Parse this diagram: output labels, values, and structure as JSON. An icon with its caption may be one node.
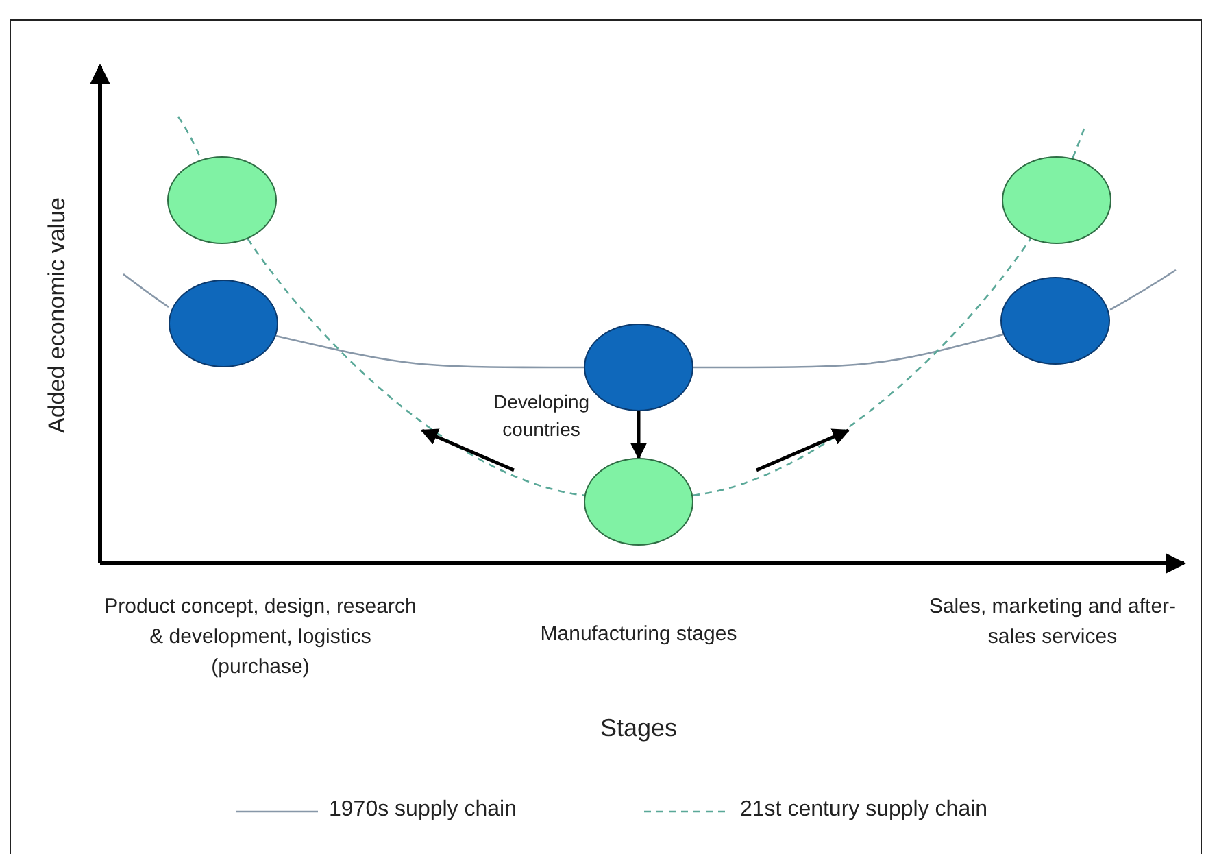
{
  "diagram": {
    "nodes": [
      {
        "text": [],
        "shape": "circle"
      },
      {
        "text": [],
        "shape": "circle"
      },
      {
        "text": [],
        "shape": "circle"
      },
      {
        "text": [],
        "shape": "circle"
      },
      {
        "text": [],
        "shape": "circle"
      },
      {
        "text": [],
        "shape": "circle"
      }
    ],
    "edges": [
      {
        "from": 2,
        "to": 4,
        "arrow": "none",
        "color": "#8797a8"
      },
      {
        "from": 4,
        "to": 3,
        "arrow": "none",
        "color": "#8797a8"
      },
      {
        "from": 0,
        "to": 5,
        "arrow": "none",
        "style": "dashed",
        "color": "#5aa898"
      },
      {
        "from": 5,
        "to": 1,
        "arrow": "none",
        "style": "dashed",
        "color": "#5aa898"
      },
      {
        "from": 4,
        "to": 5,
        "arrow": "to",
        "color": "#000000"
      }
    ],
    "labels": [
      "Added economic value",
      "Developing countries",
      "Product concept, design, research & development, logistics (purchase)",
      "Manufacturing stages",
      "Sales, marketing and after-sales services",
      "Stages"
    ],
    "legend": [
      {
        "text": "1970s supply chain"
      },
      {
        "text": "21st century supply chain"
      }
    ]
  }
}
